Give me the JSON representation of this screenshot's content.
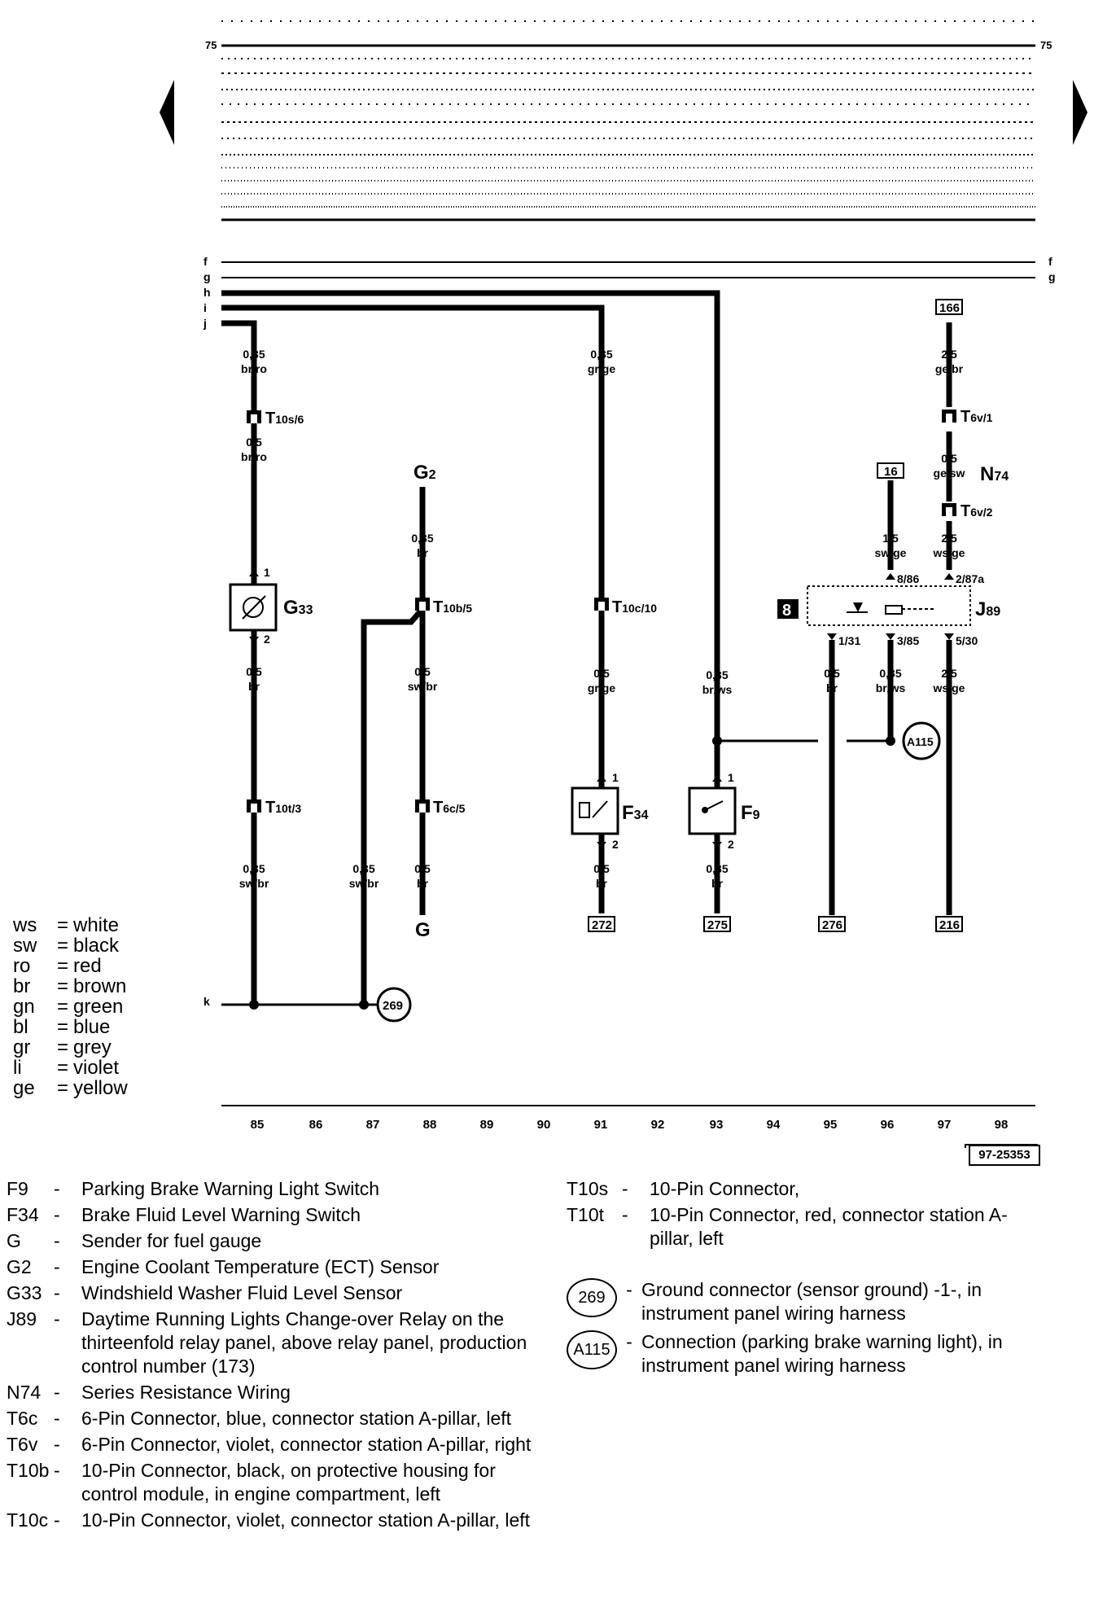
{
  "nav": {
    "prev_icon": "triangle-left-icon",
    "next_icon": "triangle-right-icon"
  },
  "row_marker": "75",
  "wires_left": [
    "f",
    "g",
    "h",
    "i",
    "j",
    "k"
  ],
  "wires_right": [
    "f",
    "g"
  ],
  "references": {
    "r166": "166",
    "r16": "16",
    "r272": "272",
    "r275": "275",
    "r276": "276",
    "r216": "216",
    "fig": "97-25353"
  },
  "wire_labels": {
    "w1": [
      "0,35",
      "br/ro"
    ],
    "w2": [
      "0,5",
      "br/ro"
    ],
    "w3": [
      "0,5",
      "br"
    ],
    "w4": [
      "0,35",
      "sw/br"
    ],
    "w5": [
      "0,35",
      "br"
    ],
    "w6": [
      "0,5",
      "sw/br"
    ],
    "w7": [
      "0,5",
      "br"
    ],
    "w8": [
      "0,35",
      "sw/br"
    ],
    "w9": [
      "0,35",
      "gr/ge"
    ],
    "w10": [
      "0,5",
      "gr/ge"
    ],
    "w11": [
      "0,5",
      "br"
    ],
    "w12": [
      "0,35",
      "br/ws"
    ],
    "w13": [
      "0,35",
      "br"
    ],
    "w14": [
      "2,5",
      "ge/br"
    ],
    "w15": [
      "0,5",
      "ge/sw"
    ],
    "w16": [
      "2,5",
      "ws/ge"
    ],
    "w17": [
      "1,5",
      "sw/ge"
    ],
    "w18": [
      "0,5",
      "br"
    ],
    "w19": [
      "0,35",
      "br/ws"
    ],
    "w20": [
      "2,5",
      "ws/ge"
    ]
  },
  "connectors": {
    "t10s6": [
      "T",
      "10s/6"
    ],
    "t10b5": [
      "T",
      "10b/5"
    ],
    "t10c10": [
      "T",
      "10c/10"
    ],
    "t10t3": [
      "T",
      "10t/3"
    ],
    "t6c5": [
      "T",
      "6c/5"
    ],
    "t6v1": [
      "T",
      "6v/1"
    ],
    "t6v2": [
      "T",
      "6v/2"
    ]
  },
  "components": {
    "g33": [
      "G",
      "33"
    ],
    "g2": [
      "G",
      "2"
    ],
    "g": "G",
    "f34": [
      "F",
      "34"
    ],
    "f9": [
      "F",
      "9"
    ],
    "j89": [
      "J",
      "89"
    ],
    "n74": [
      "N",
      "74"
    ],
    "relay_pos": "8"
  },
  "pins": {
    "g33_1": "1",
    "g33_2": "2",
    "f34_1": "1",
    "f34_2": "2",
    "f9_1": "1",
    "f9_2": "2",
    "j89_886": "8/86",
    "j89_287a": "2/87a",
    "j89_131": "1/31",
    "j89_385": "3/85",
    "j89_530": "5/30"
  },
  "grounds": {
    "g269": "269",
    "a115": "A115"
  },
  "track_numbers": [
    "85",
    "86",
    "87",
    "88",
    "89",
    "90",
    "91",
    "92",
    "93",
    "94",
    "95",
    "96",
    "97",
    "98"
  ],
  "color_legend": [
    {
      "code": "ws",
      "name": "white"
    },
    {
      "code": "sw",
      "name": "black"
    },
    {
      "code": "ro",
      "name": "red"
    },
    {
      "code": "br",
      "name": "brown"
    },
    {
      "code": "gn",
      "name": "green"
    },
    {
      "code": "bl",
      "name": "blue"
    },
    {
      "code": "gr",
      "name": "grey"
    },
    {
      "code": "li",
      "name": "violet"
    },
    {
      "code": "ge",
      "name": "yellow"
    }
  ],
  "component_list": [
    {
      "code": "F9",
      "desc": "Parking Brake Warning Light Switch"
    },
    {
      "code": "F34",
      "desc": "Brake Fluid Level Warning Switch"
    },
    {
      "code": "G",
      "desc": "Sender for fuel gauge"
    },
    {
      "code": "G2",
      "desc": "Engine Coolant Temperature (ECT) Sensor"
    },
    {
      "code": "G33",
      "desc": "Windshield  Washer Fluid Level Sensor"
    },
    {
      "code": "J89",
      "desc": "Daytime Running Lights Change-over Relay on the thirteenfold relay panel, above relay panel, production control number (173)"
    },
    {
      "code": "N74",
      "desc": "Series Resistance Wiring"
    },
    {
      "code": "T6c",
      "desc": "6-Pin Connector, blue, connector station A-pillar, left"
    },
    {
      "code": "T6v",
      "desc": "6-Pin Connector, violet, connector station A-pillar, right"
    },
    {
      "code": "T10b",
      "desc": "10-Pin Connector, black,  on protective housing for control module, in engine compartment, left"
    },
    {
      "code": "T10c",
      "desc": "10-Pin Connector, violet, connector station A-pillar, left"
    }
  ],
  "component_list_right": [
    {
      "code": "T10s",
      "desc": "10-Pin Connector,"
    },
    {
      "code": "T10t",
      "desc": "10-Pin Connector, red, connector station A-pillar, left"
    }
  ],
  "ground_list": [
    {
      "symbol": "269",
      "desc": "Ground connector (sensor ground) -1-, in instrument panel wiring harness"
    },
    {
      "symbol": "A115",
      "desc": "Connection (parking brake warning light), in instrument panel wiring harness"
    }
  ],
  "dash": "-"
}
